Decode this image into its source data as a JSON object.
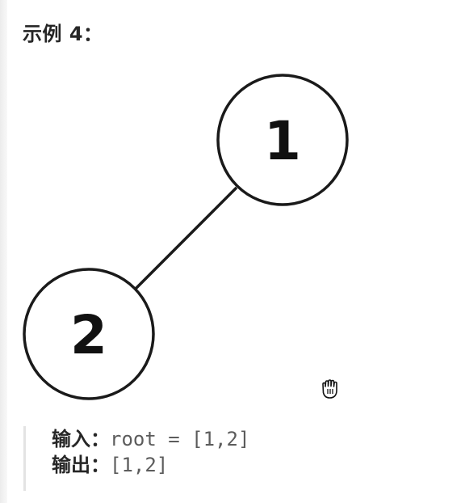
{
  "example": {
    "title": "示例 4："
  },
  "tree": {
    "nodes": [
      {
        "id": "root",
        "label": "1"
      },
      {
        "id": "left-child",
        "label": "2"
      }
    ],
    "edges": [
      {
        "from": "root",
        "to": "left-child"
      }
    ]
  },
  "io": {
    "input_label": "输入：",
    "input_value": "root = [1,2]",
    "output_label": "输出：",
    "output_value": "[1,2]"
  },
  "icons": {
    "cursor": "grab-hand-cursor-icon"
  }
}
